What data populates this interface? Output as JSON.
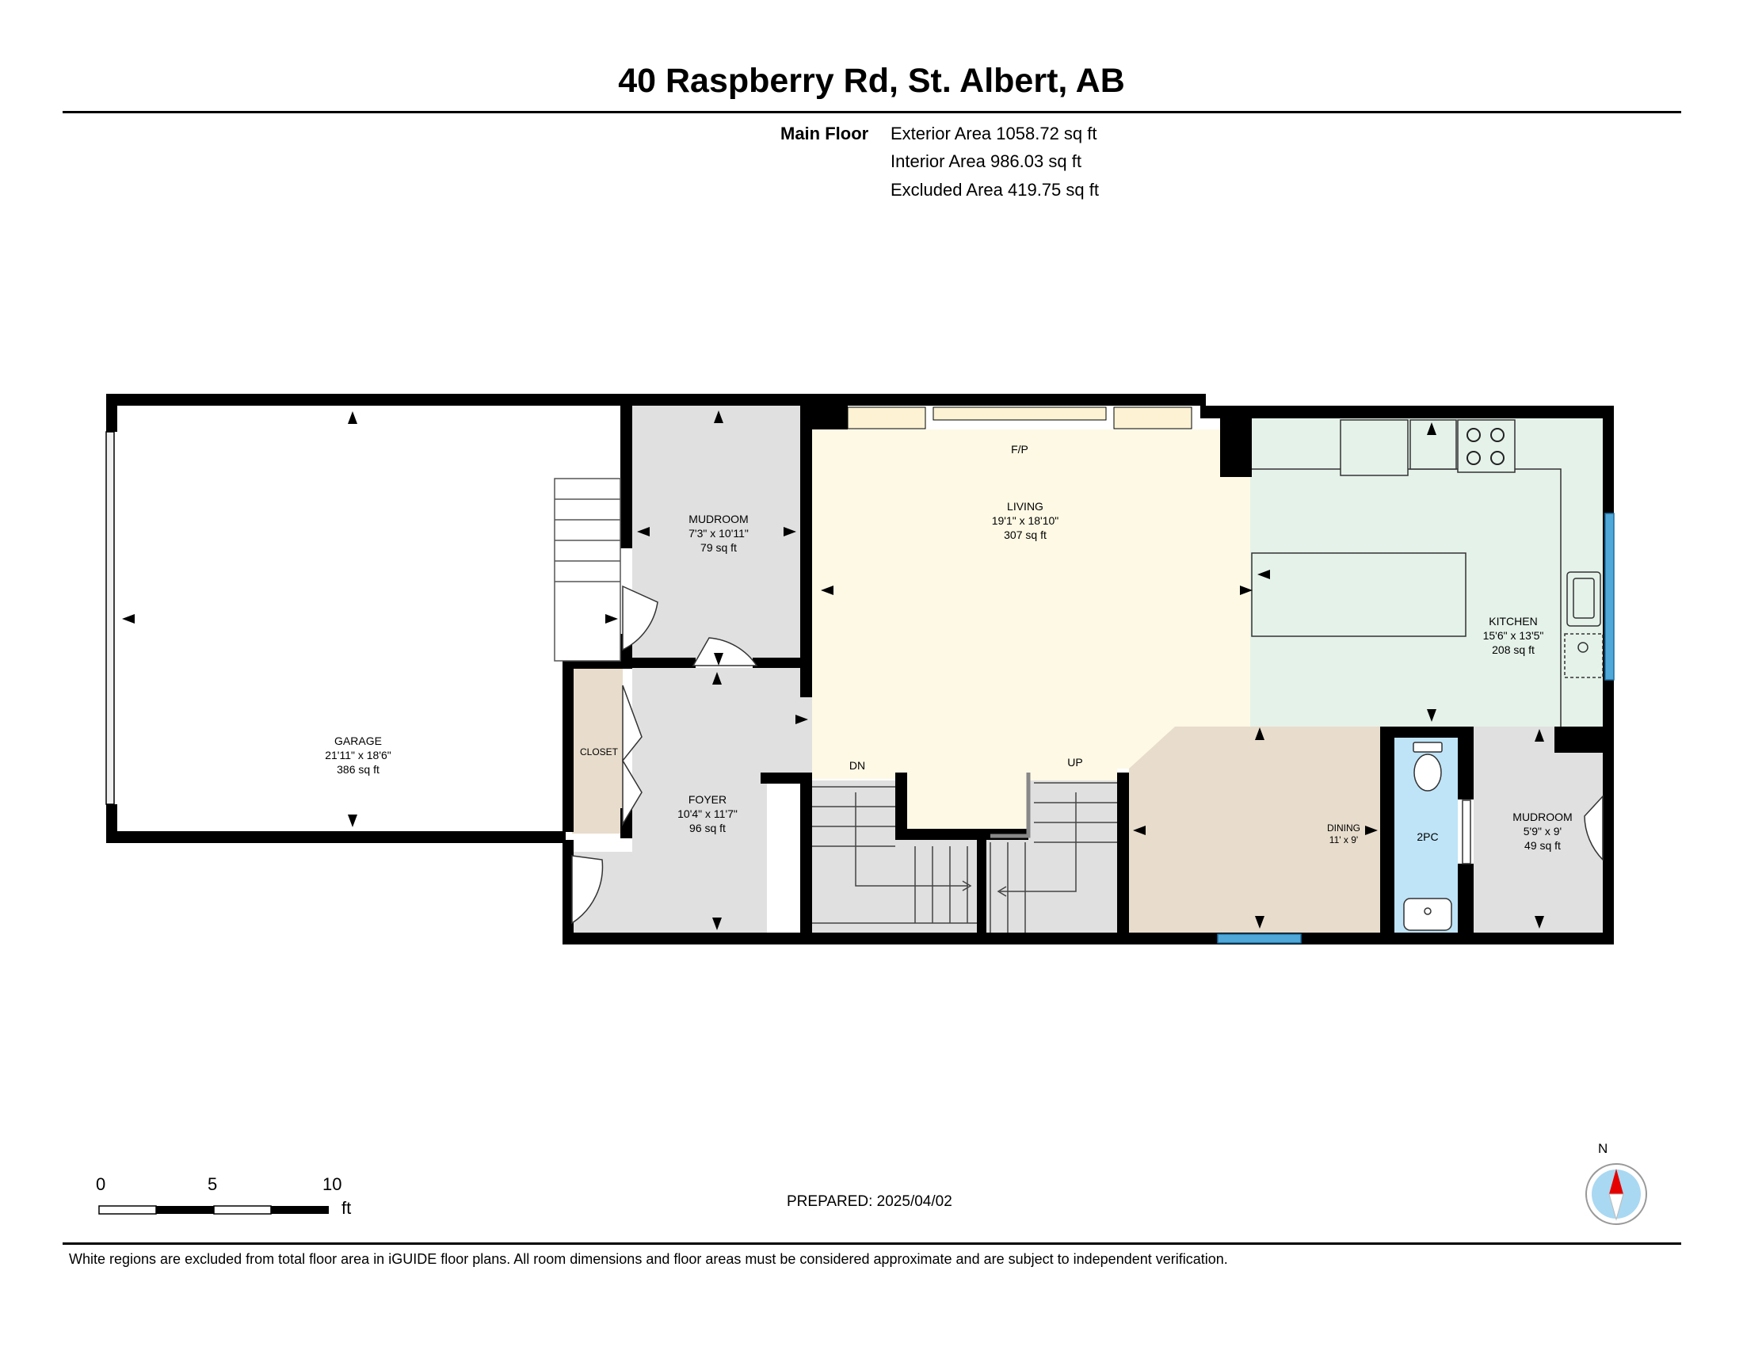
{
  "header": {
    "title": "40 Raspberry Rd, St. Albert, AB"
  },
  "summary": {
    "floor_label": "Main Floor",
    "exterior_area": "Exterior Area 1058.72 sq ft",
    "interior_area": "Interior Area 986.03 sq ft",
    "excluded_area": "Excluded Area 419.75 sq ft"
  },
  "rooms": {
    "garage": {
      "name": "GARAGE",
      "dims": "21'11\" x 18'6\"",
      "area": "386 sq ft",
      "color": "#ffffff"
    },
    "mudroom_1": {
      "name": "MUDROOM",
      "dims": "7'3\" x 10'11\"",
      "area": "79 sq ft",
      "color": "#e0e0e0"
    },
    "living": {
      "name": "LIVING",
      "dims": "19'1\" x 18'10\"",
      "area": "307 sq ft",
      "color": "#fef9e4"
    },
    "kitchen": {
      "name": "KITCHEN",
      "dims": "15'6\" x 13'5\"",
      "area": "208 sq ft",
      "color": "#e4f2ea"
    },
    "closet": {
      "name": "CLOSET",
      "color": "#e8ddcc"
    },
    "foyer": {
      "name": "FOYER",
      "dims": "10'4\" x 11'7\"",
      "area": "96 sq ft",
      "color": "#e0e0e0"
    },
    "dining": {
      "name": "DINING",
      "dims": "11' x 9'",
      "color": "#e8ddcc"
    },
    "bath": {
      "name": "2PC",
      "color": "#bfe3f7"
    },
    "mudroom_2": {
      "name": "MUDROOM",
      "dims": "5'9\" x 9'",
      "area": "49 sq ft",
      "color": "#e0e0e0"
    }
  },
  "plan_labels": {
    "fireplace": "F/P",
    "stairs_down": "DN",
    "stairs_up": "UP"
  },
  "scale_bar": {
    "ticks": [
      "0",
      "5",
      "10"
    ],
    "unit": "ft"
  },
  "compass": {
    "label": "N",
    "needle_color": "#e60000",
    "dial_color": "#a9d8f2"
  },
  "footer": {
    "prepared": "PREPARED: 2025/04/02",
    "disclaimer": "White regions are excluded from total floor area in iGUIDE floor plans. All room dimensions and floor areas must be considered approximate and are subject to independent verification."
  }
}
